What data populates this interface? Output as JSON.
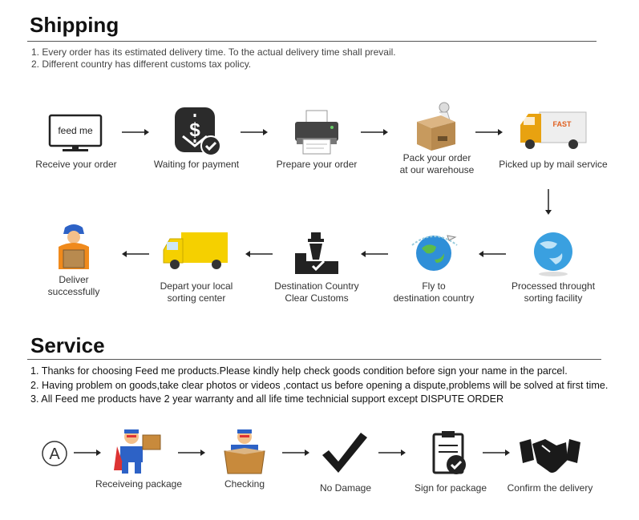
{
  "shipping": {
    "title": "Shipping",
    "notes": [
      "1. Every order has its estimated delivery time. To the actual delivery time shall prevail.",
      "2. Different country has different customs tax policy."
    ],
    "row1": [
      {
        "label": "Receive your order",
        "icon": "monitor-icon",
        "screen_text": "feed me"
      },
      {
        "label": "Waiting for payment",
        "icon": "payment-icon"
      },
      {
        "label": "Prepare your order",
        "icon": "printer-icon"
      },
      {
        "label": "Pack your order\nat our warehouse",
        "icon": "worker-box-icon"
      },
      {
        "label": "Picked up by mail service",
        "icon": "fast-truck-icon",
        "truck_text": "FAST"
      }
    ],
    "row2": [
      {
        "label": "Processed throught\nsorting facility",
        "icon": "globe-icon"
      },
      {
        "label": "Fly to\ndestination country",
        "icon": "globe-plane-icon"
      },
      {
        "label": "Destination Country\nClear Customs",
        "icon": "customs-icon"
      },
      {
        "label": "Depart your local\nsorting center",
        "icon": "van-icon"
      },
      {
        "label": "Deliver\nsuccessfully",
        "icon": "courier-icon"
      }
    ]
  },
  "service": {
    "title": "Service",
    "notes": [
      "1. Thanks for choosing Feed me products.Please kindly help check goods condition before sign your name in the parcel.",
      "2. Having problem on goods,take clear photos or videos ,contact us before opening a dispute,problems will be solved at first time.",
      "3. All Feed me products have 2 year warranty and all life time technicial support except DISPUTE ORDER"
    ],
    "badge": "A",
    "steps": [
      {
        "label": "Receiveing package",
        "icon": "hero-package-icon"
      },
      {
        "label": "Checking",
        "icon": "hero-box-icon"
      },
      {
        "label": "No Damage",
        "icon": "checkmark-icon"
      },
      {
        "label": "Sign for package",
        "icon": "clipboard-check-icon"
      },
      {
        "label": "Confirm the delivery",
        "icon": "handshake-icon"
      }
    ]
  }
}
